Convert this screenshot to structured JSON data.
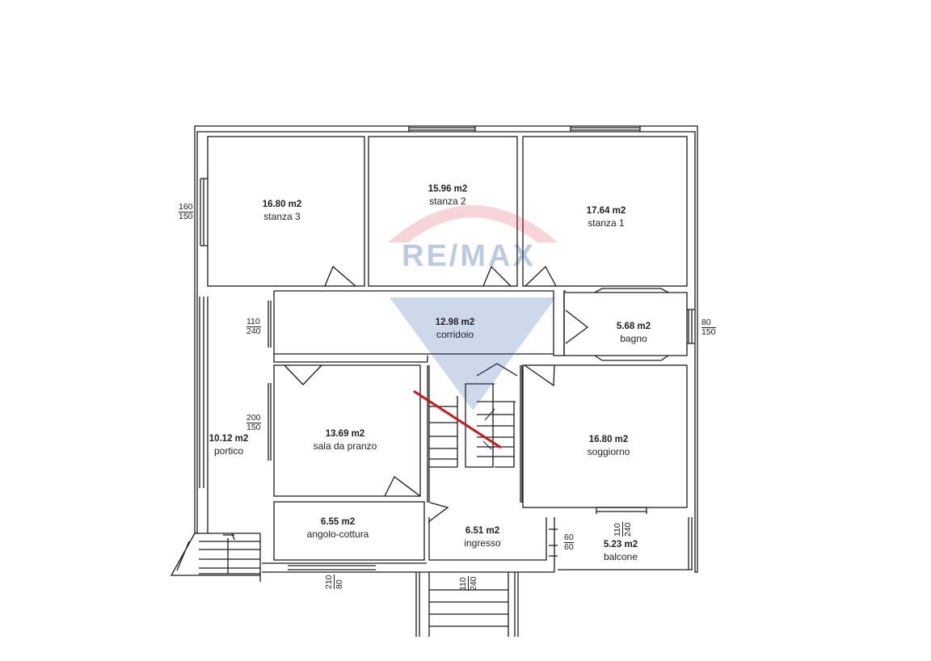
{
  "rooms": {
    "stanza3": {
      "area": "16.80 m2",
      "name": "stanza 3"
    },
    "stanza2": {
      "area": "15.96 m2",
      "name": "stanza 2"
    },
    "stanza1": {
      "area": "17.64 m2",
      "name": "stanza 1"
    },
    "corridoio": {
      "area": "12.98 m2",
      "name": "corridoio"
    },
    "bagno": {
      "area": "5.68 m2",
      "name": "bagno"
    },
    "portico": {
      "area": "10.12 m2",
      "name": "portico"
    },
    "pranzo": {
      "area": "13.69 m2",
      "name": "sala da pranzo"
    },
    "soggiorno": {
      "area": "16.80 m2",
      "name": "soggiorno"
    },
    "cottura": {
      "area": "6.55 m2",
      "name": "angolo-cottura"
    },
    "ingresso": {
      "area": "6.51 m2",
      "name": "ingresso"
    },
    "balcone": {
      "area": "5.23 m2",
      "name": "balcone"
    }
  },
  "dims": {
    "w_stanza3": {
      "top": "160",
      "bottom": "150"
    },
    "w_corridoio": {
      "top": "110",
      "bottom": "240"
    },
    "w_pranzo": {
      "top": "200",
      "bottom": "150"
    },
    "w_bagno": {
      "top": "80",
      "bottom": "150"
    },
    "w_balcone_door": {
      "top": "110",
      "bottom": "240"
    },
    "w_small": {
      "top": "60",
      "bottom": "60"
    },
    "w_cottura": {
      "top": "210",
      "bottom": "80"
    },
    "w_ingresso": {
      "top": "110",
      "bottom": "240"
    }
  },
  "watermark": {
    "brand": "RE/MAX",
    "colors": {
      "red": "#d9424e",
      "blue": "#1f56a6"
    }
  },
  "colors": {
    "wall": "#1a1a1a",
    "stair_mark": "#c8181e"
  }
}
